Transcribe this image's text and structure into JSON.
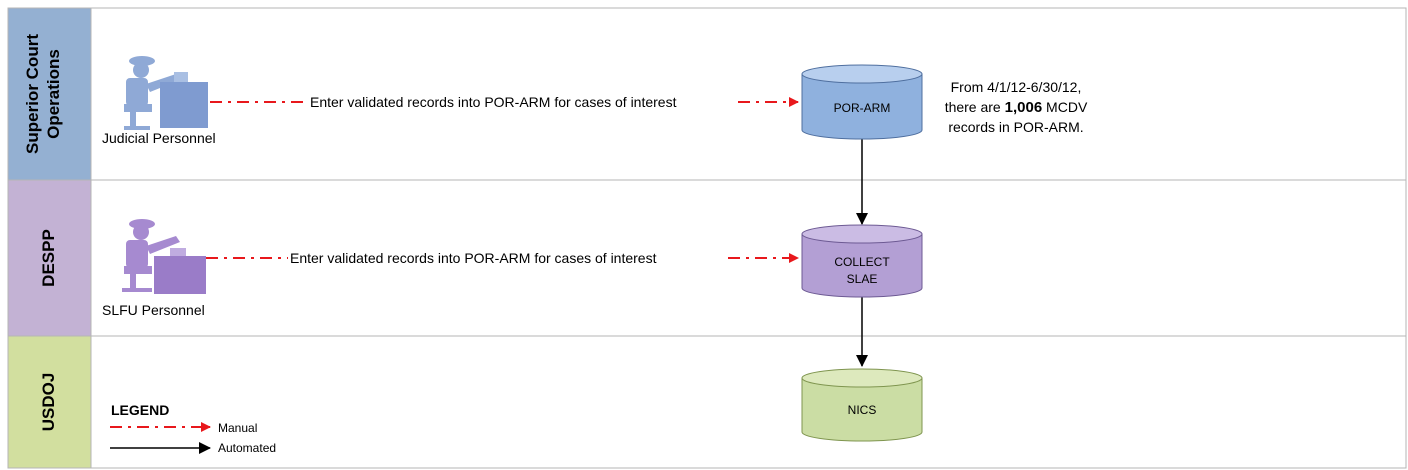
{
  "lanes": [
    {
      "label_line1": "Superior Court",
      "label_line2": "Operations",
      "color": "#94b0d2"
    },
    {
      "label": "DESPP",
      "color": "#c3b2d4"
    },
    {
      "label": "USDOJ",
      "color": "#d2df9f"
    }
  ],
  "actors": {
    "judicial": {
      "label": "Judicial Personnel",
      "color": "#8fa9d6"
    },
    "slfu": {
      "label": "SLFU Personnel",
      "color": "#a68ad0"
    }
  },
  "flows": {
    "lane1_text": "Enter validated records into POR-ARM for cases of interest",
    "lane2_text": "Enter validated records into POR-ARM for cases of interest"
  },
  "databases": {
    "porarm": {
      "label": "POR-ARM",
      "fill": "#8fb1de",
      "top": "#b8cfee"
    },
    "collect": {
      "label_line1": "COLLECT",
      "label_line2": "SLAE",
      "fill": "#b39fd4",
      "top": "#cbbce4"
    },
    "nics": {
      "label": "NICS",
      "fill": "#cbdda4",
      "top": "#dde9bd"
    }
  },
  "note": {
    "line1": "From 4/1/12-6/30/12,",
    "line2_prefix": "there are ",
    "line2_bold": "1,006",
    "line2_suffix": " MCDV",
    "line3": "records in POR-ARM."
  },
  "legend": {
    "title": "LEGEND",
    "manual": "Manual",
    "automated": "Automated"
  },
  "colors": {
    "manual_arrow": "#e8181c",
    "automated_arrow": "#000000"
  }
}
